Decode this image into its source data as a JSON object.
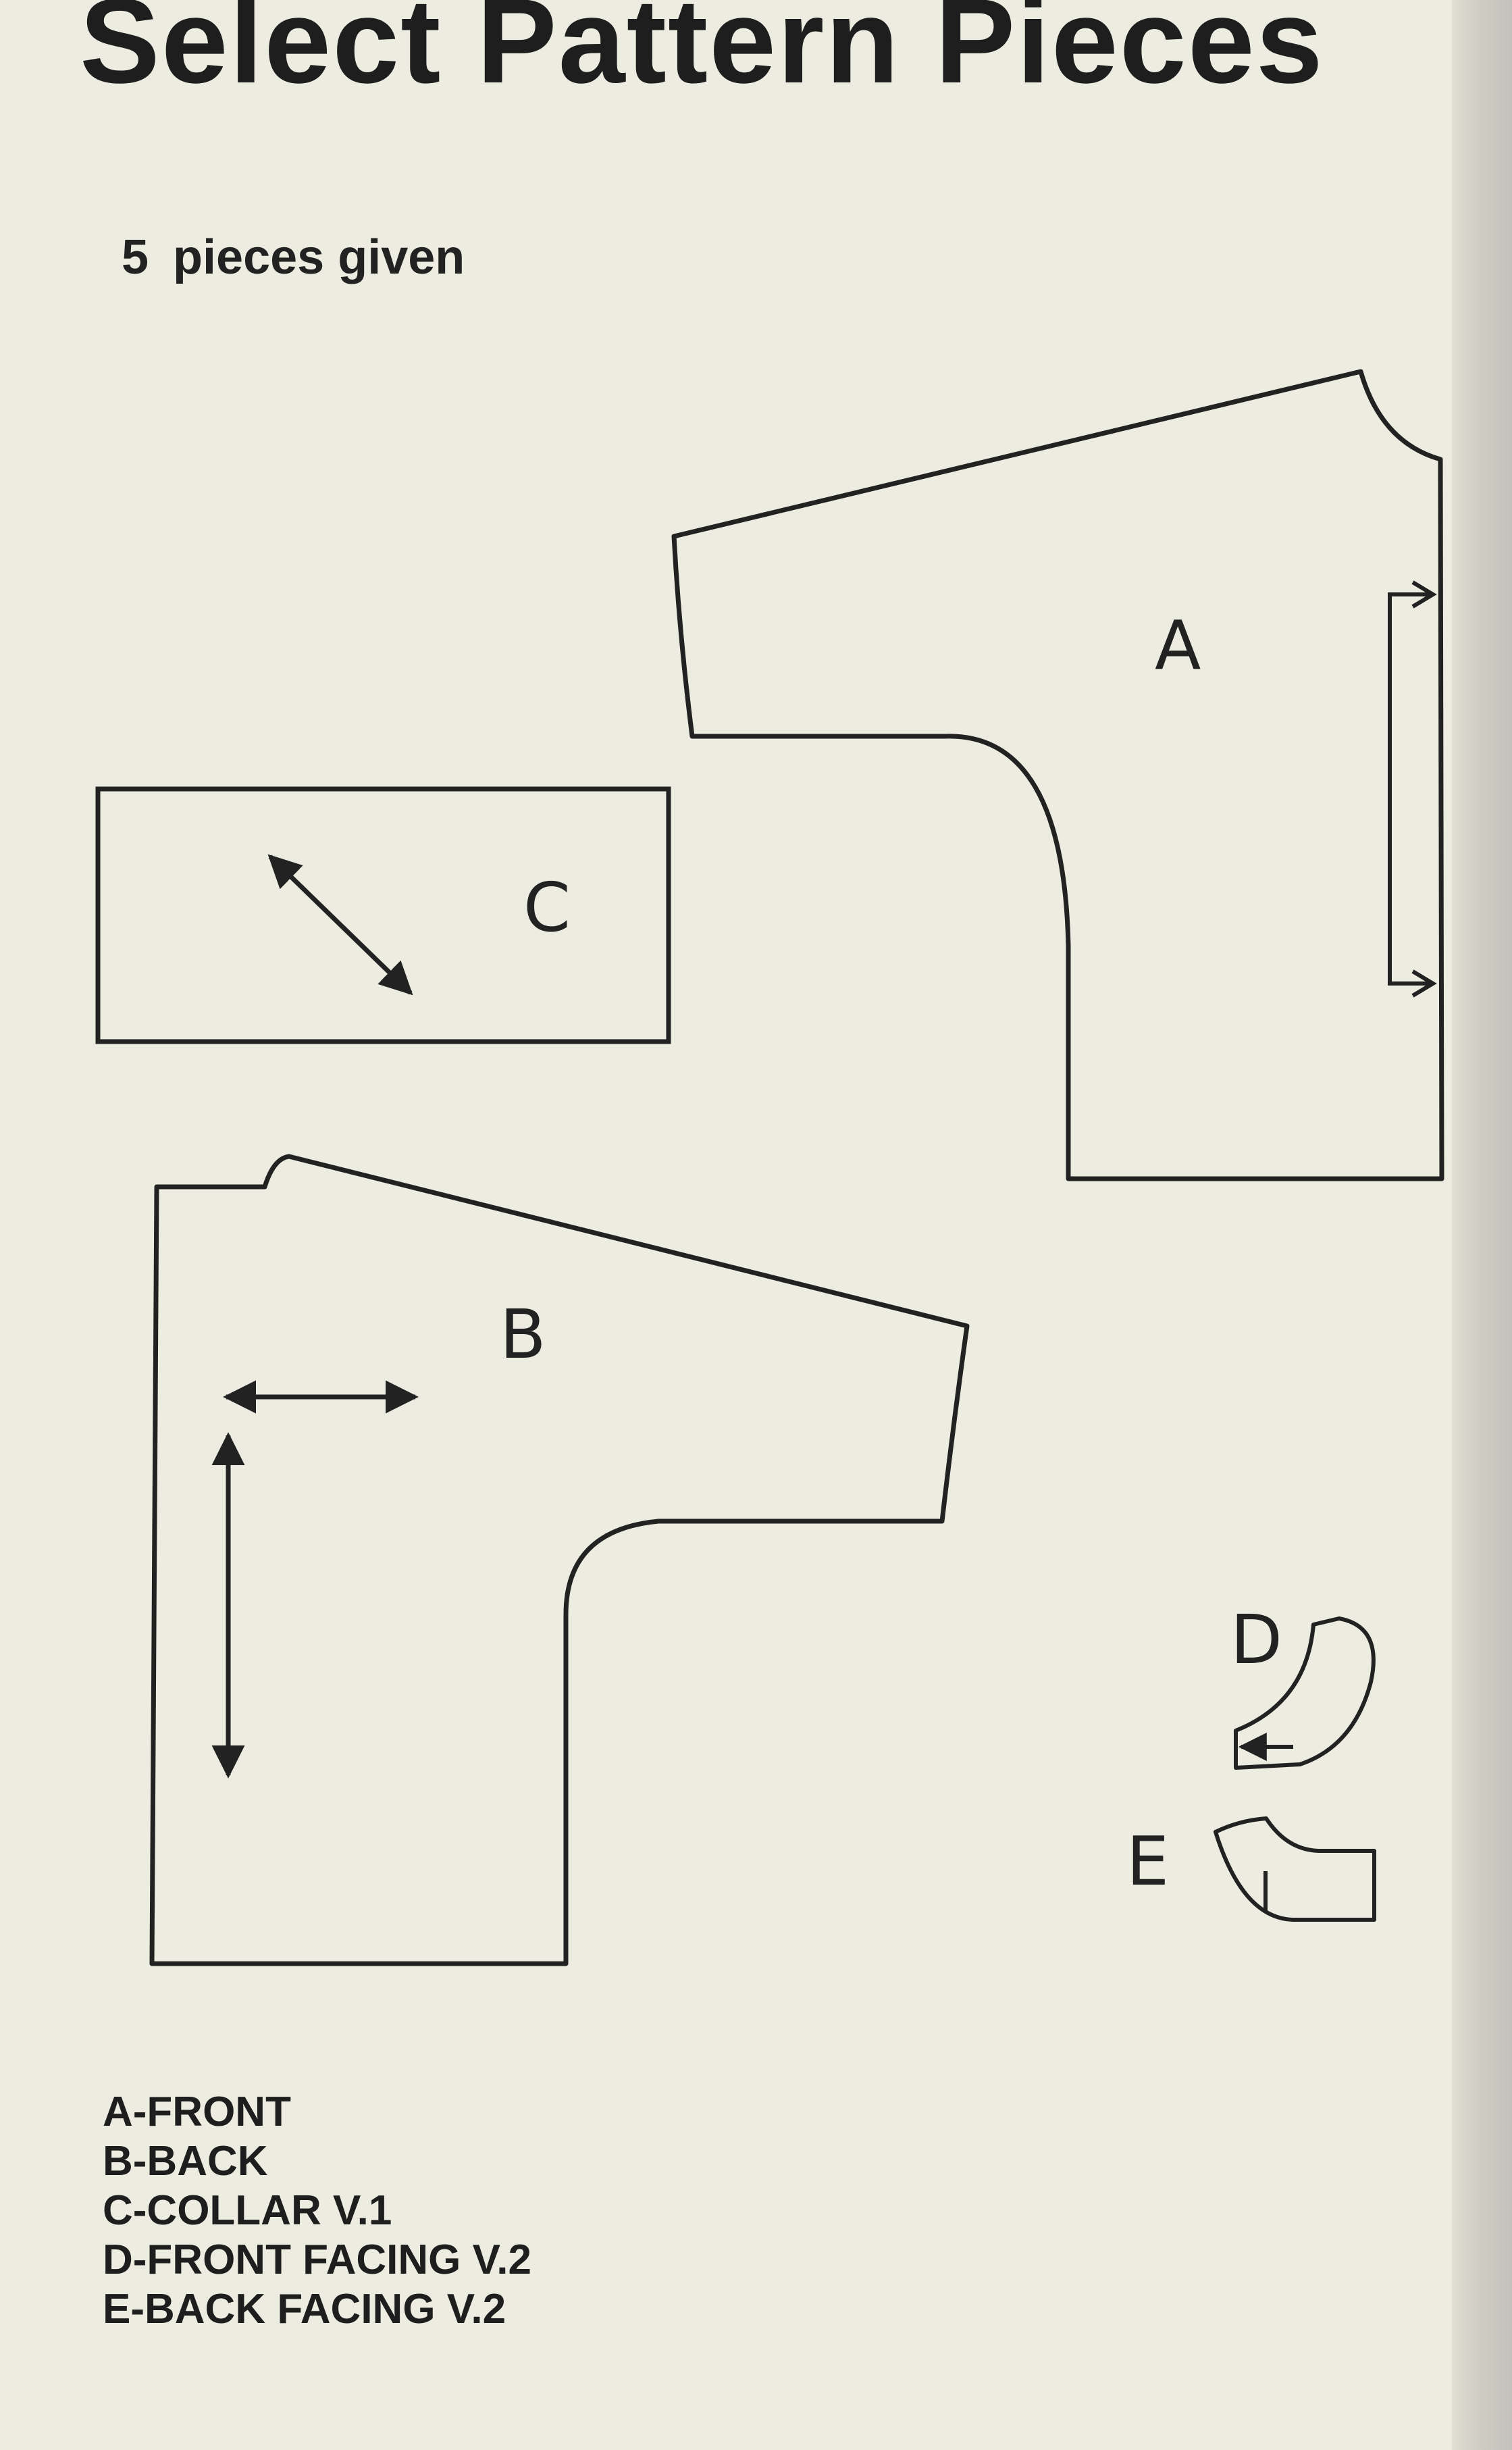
{
  "header": {
    "title": "Select Pattern Pieces",
    "piece_count": "5",
    "piece_count_text": "pieces given"
  },
  "pieces": {
    "a": {
      "label": "A",
      "name": "FRONT"
    },
    "b": {
      "label": "B",
      "name": "BACK"
    },
    "c": {
      "label": "C",
      "name": "COLLAR V.1"
    },
    "d": {
      "label": "D",
      "name": "FRONT FACING V.2"
    },
    "e": {
      "label": "E",
      "name": "BACK FACING V.2"
    }
  },
  "legend": [
    "A-FRONT",
    "B-BACK",
    "C-COLLAR V.1",
    "D-FRONT FACING V.2",
    "E-BACK FACING V.2"
  ],
  "colors": {
    "paper": "#ecece0",
    "ink": "#222222"
  }
}
